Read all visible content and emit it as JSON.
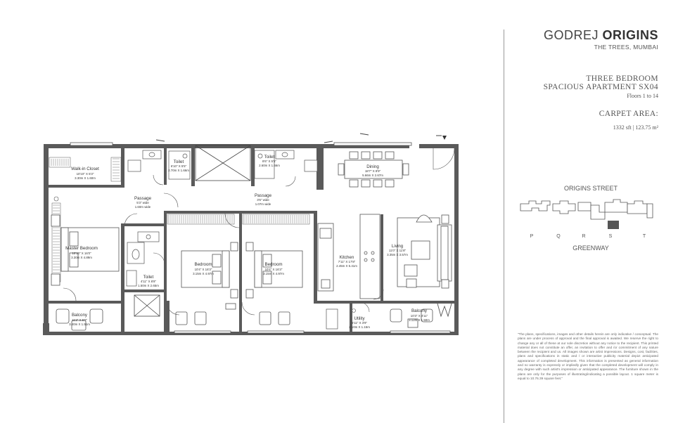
{
  "brand": {
    "prefix": "GODREJ",
    "name": "ORIGINS",
    "subtitle": "THE TREES, MUMBAI"
  },
  "apartment": {
    "line1": "THREE BEDROOM",
    "line2": "SPACIOUS APARTMENT SX04",
    "floors": "Floors 1 to 14"
  },
  "carpet": {
    "heading": "CARPET AREA:",
    "value": "1332 sft | 123.75 m²"
  },
  "key_plan": {
    "top_label": "ORIGINS STREET",
    "bottom_label": "GREENWAY",
    "letters": [
      "P",
      "Q",
      "R",
      "S",
      "T"
    ]
  },
  "rooms": {
    "walkin": {
      "name": "Walk-in Closet",
      "imp": "10'10\" X 5'3\"",
      "met": "3.30m X 1.60m"
    },
    "toilet1": {
      "name": "Toilet",
      "imp": "6'10\" X 5'5\"",
      "met": "2.70m X 1.66m"
    },
    "toilet2": {
      "name": "Toilet",
      "imp": "8'6\" X 5'5\"",
      "met": "2.60m X 1.66m"
    },
    "dining": {
      "name": "Dining",
      "imp": "18'7\" X 8'9\"",
      "met": "5.66m X 2.67m"
    },
    "passage1": {
      "name": "Passage",
      "imp": "5'3\" wide",
      "met": "1.60m wide"
    },
    "passage2": {
      "name": "Passage",
      "imp": "3'6\" wide",
      "met": "1.07m wide"
    },
    "master": {
      "name": "Master Bedroom",
      "imp": "10'10\" X 16'0\"",
      "met": "3.30m X 4.89m"
    },
    "bed1": {
      "name": "Bedroom",
      "imp": "10'4\" X 16'3\"",
      "met": "3.15m X 4.97m"
    },
    "bed2": {
      "name": "Bedroom",
      "imp": "10'4\" X 16'3\"",
      "met": "3.15m X 4.97m"
    },
    "kitchen": {
      "name": "Kitchen",
      "imp": "7'11\" X 17'8\"",
      "met": "2.45m X 5.41m"
    },
    "living": {
      "name": "Living",
      "imp": "11'0\" X 11'8\"",
      "met": "3.35m X 3.57m"
    },
    "toilet3": {
      "name": "Toilet",
      "imp": "4'11\" X 8'8\"",
      "met": "1.50m X 2.65m"
    },
    "balcony1": {
      "name": "Balcony",
      "imp": "11'2\" X 5'0\"",
      "met": "3.40m X 1.51m"
    },
    "utility": {
      "name": "Utility",
      "imp": "6'11\" X 3'9\"",
      "met": "2.10m X 1.15m"
    },
    "balcony2": {
      "name": "Balcony",
      "imp": "10'3\" X 4'11\"",
      "met": "3.12m X 1.50m"
    }
  },
  "disclaimer": "\"The plans, specifications, images and other details herein are only indicative / conceptual. The plans are under process of approval and the final approval is awaited. We reserve the right to change any or all of these at our sole discretion without any notice to the recipient. This printed material does not constitute an offer, an invitation to offer and /or commitment of any nature between the recipient and us. All images shown are artist impressions. Designs, cost, facilities, plans and specifications in static and / or interactive publicity material depict anticipated appearance of completed development. This information is presented as general information and no warranty is expressly or impliedly given that the completed development will comply in any degree with such artist's impression or anticipated appearance. The furniture shown in the plans are only for the purposes of illustrating/indicating a possible layout. 1 square meter is equal to 10.76.39 square feet.\""
}
